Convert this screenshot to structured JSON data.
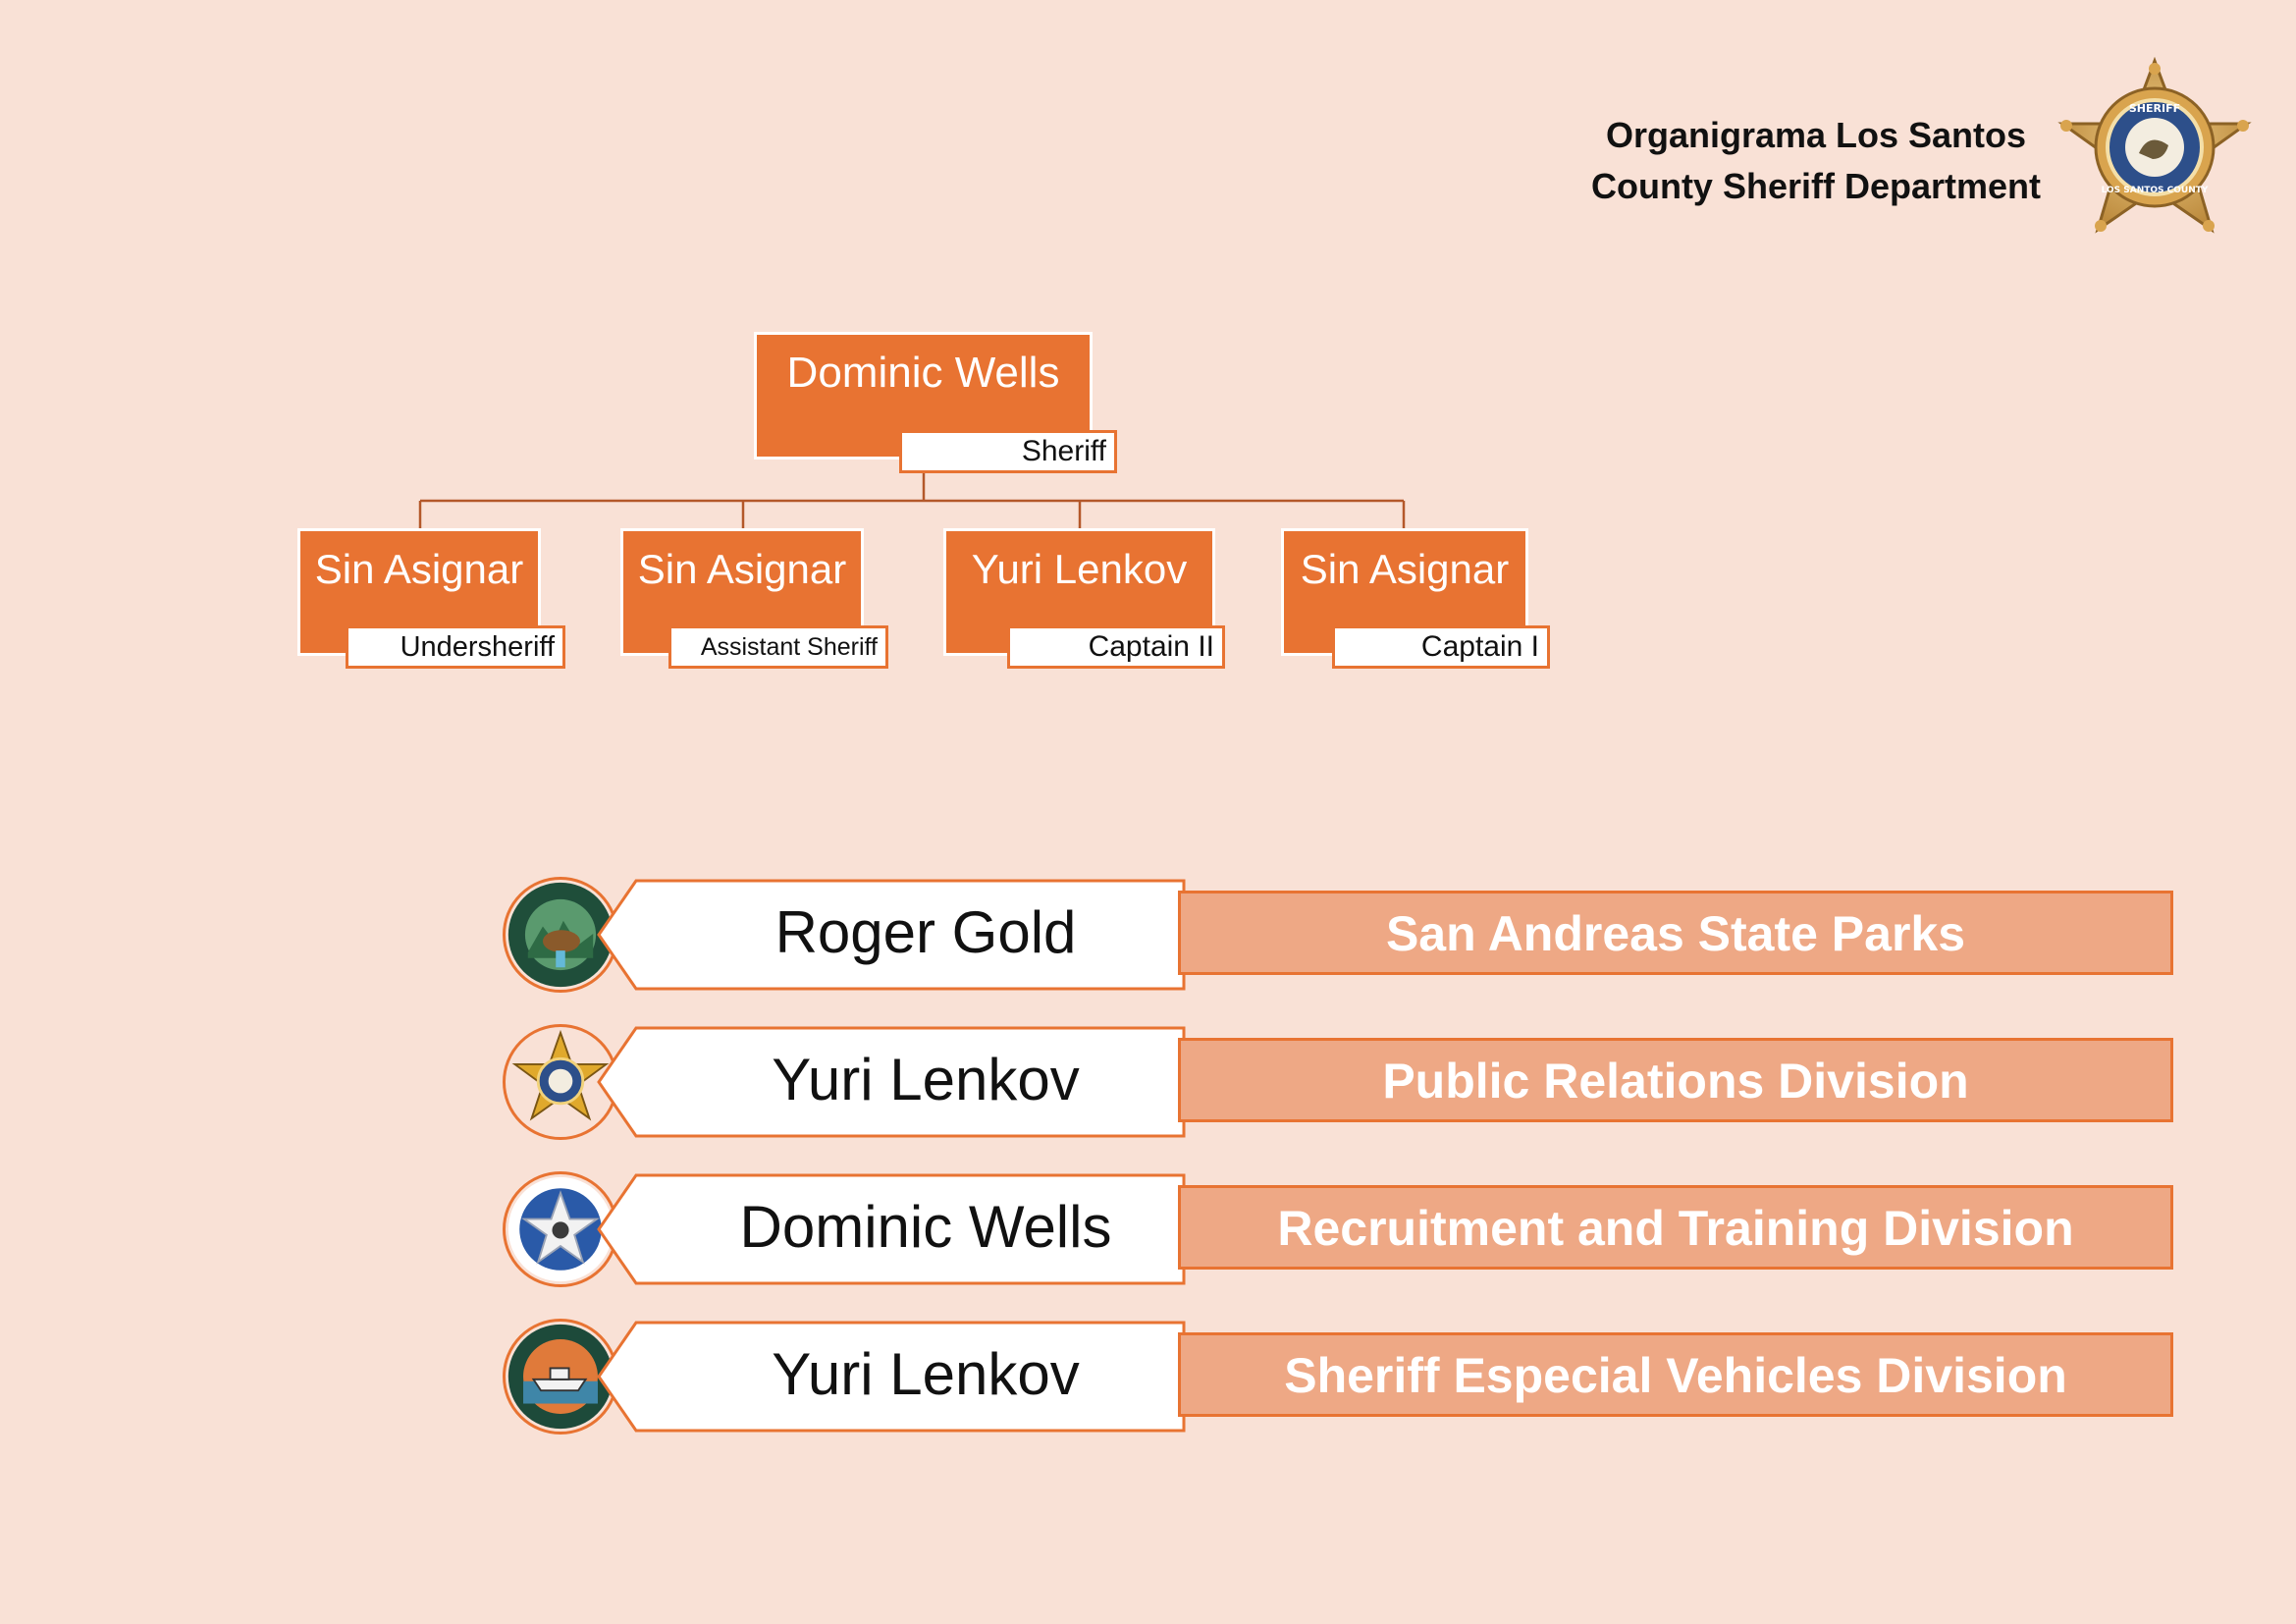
{
  "header": {
    "title_line1": "Organigrama Los Santos",
    "title_line2": "County Sheriff Department",
    "logo_icon": "sheriff-star-badge"
  },
  "org_chart": {
    "top": {
      "name": "Dominic Wells",
      "role": "Sheriff"
    },
    "subordinates": [
      {
        "name": "Sin Asignar",
        "role": "Undersheriff"
      },
      {
        "name": "Sin Asignar",
        "role": "Assistant Sheriff"
      },
      {
        "name": "Yuri Lenkov",
        "role": "Captain II"
      },
      {
        "name": "Sin Asignar",
        "role": "Captain I"
      }
    ]
  },
  "divisions": [
    {
      "leader": "Roger Gold",
      "division": "San Andreas State Parks",
      "emblem_icon": "state-parks-emblem"
    },
    {
      "leader": "Yuri Lenkov",
      "division": "Public Relations Division",
      "emblem_icon": "sheriff-star-emblem"
    },
    {
      "leader": "Dominic Wells",
      "division": "Recruitment and Training Division",
      "emblem_icon": "training-star-emblem"
    },
    {
      "leader": "Yuri Lenkov",
      "division": "Sheriff Especial Vehicles Division",
      "emblem_icon": "boat-emblem"
    }
  ],
  "colors": {
    "background": "#f9e1d6",
    "accent": "#e87332",
    "division_fill": "#eea885"
  }
}
